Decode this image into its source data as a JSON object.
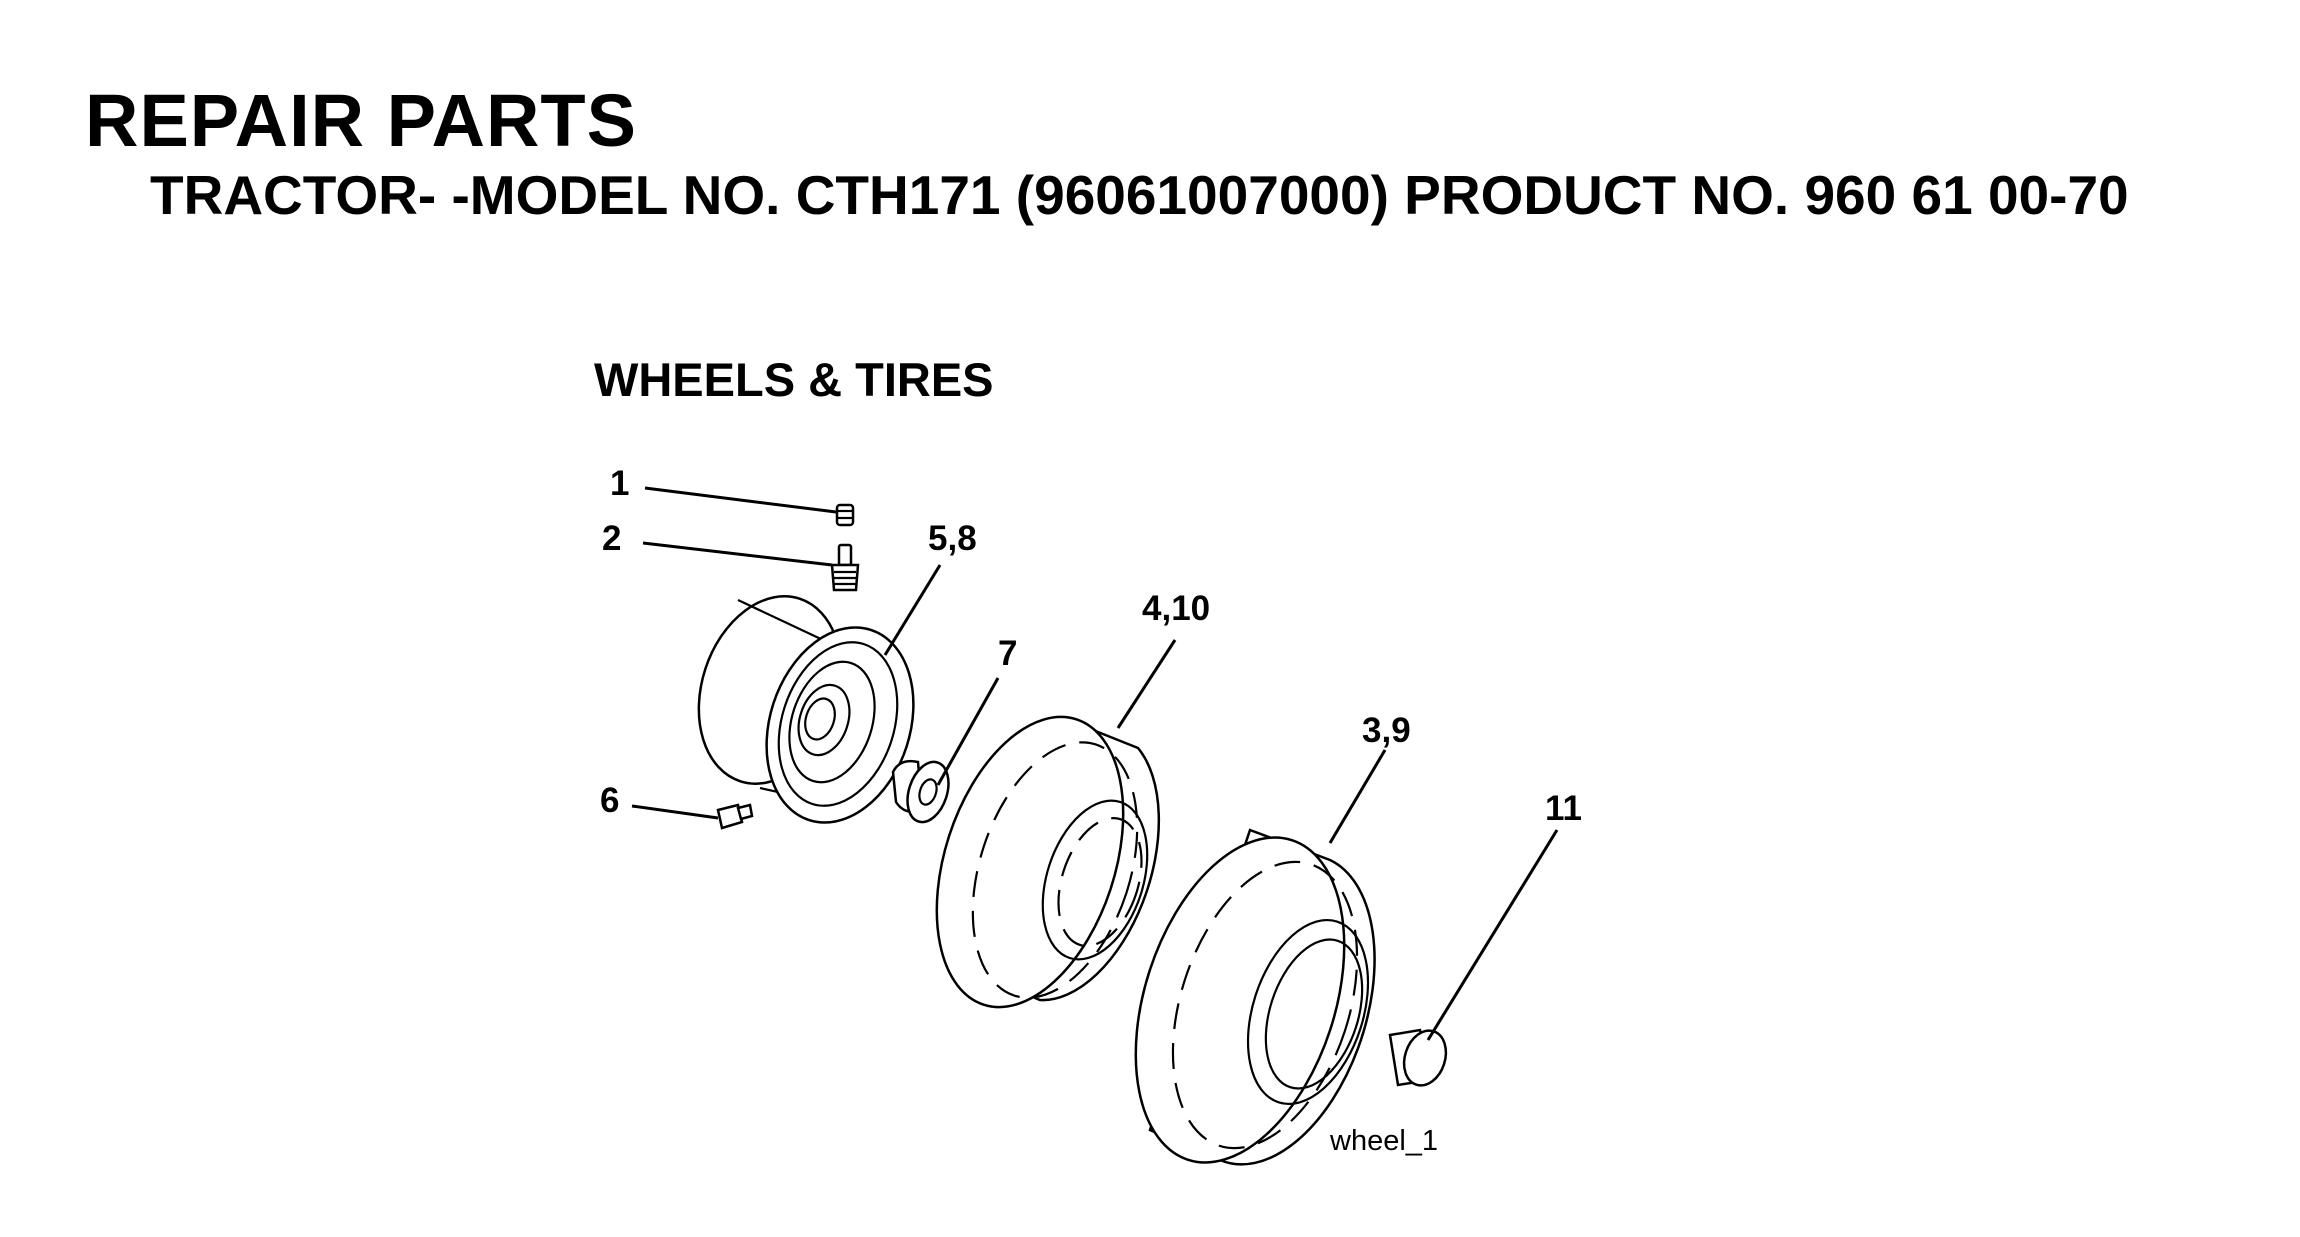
{
  "header": {
    "title": "REPAIR PARTS",
    "subtitle": "TRACTOR- -MODEL NO. CTH171 (96061007000) PRODUCT NO. 960 61 00-70"
  },
  "section": {
    "title": "WHEELS & TIRES"
  },
  "callouts": [
    {
      "id": "c1",
      "label": "1"
    },
    {
      "id": "c2",
      "label": "2"
    },
    {
      "id": "c58",
      "label": "5,8"
    },
    {
      "id": "c7",
      "label": "7"
    },
    {
      "id": "c410",
      "label": "4,10"
    },
    {
      "id": "c39",
      "label": "3,9"
    },
    {
      "id": "c6",
      "label": "6"
    },
    {
      "id": "c11",
      "label": "11"
    }
  ],
  "figure_id": "wheel_1"
}
